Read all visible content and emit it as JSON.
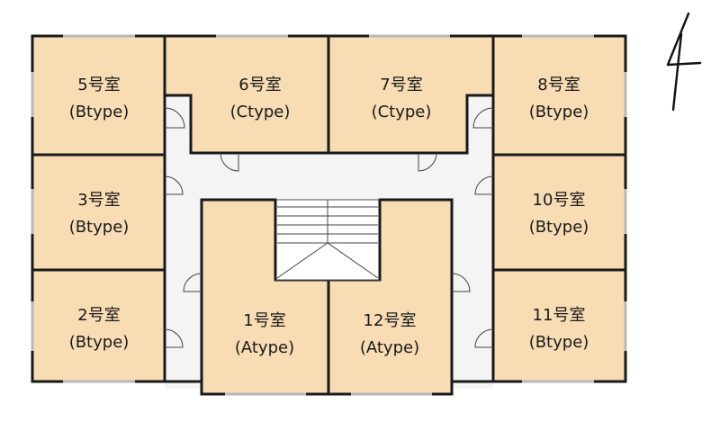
{
  "rooms": [
    {
      "id": "room-5",
      "name": "5号室",
      "type": "(Btype)"
    },
    {
      "id": "room-6",
      "name": "6号室",
      "type": "(Ctype)"
    },
    {
      "id": "room-7",
      "name": "7号室",
      "type": "(Ctype)"
    },
    {
      "id": "room-8",
      "name": "8号室",
      "type": "(Btype)"
    },
    {
      "id": "room-3",
      "name": "3号室",
      "type": "(Btype)"
    },
    {
      "id": "room-10",
      "name": "10号室",
      "type": "(Btype)"
    },
    {
      "id": "room-2",
      "name": "2号室",
      "type": "(Btype)"
    },
    {
      "id": "room-1",
      "name": "1号室",
      "type": "(Atype)"
    },
    {
      "id": "room-12",
      "name": "12号室",
      "type": "(Atype)"
    },
    {
      "id": "room-11",
      "name": "11号室",
      "type": "(Btype)"
    }
  ],
  "colors": {
    "room_fill": "#f8dcb4",
    "wall": "#1a1a1a",
    "corridor": "#f4f4f4"
  }
}
